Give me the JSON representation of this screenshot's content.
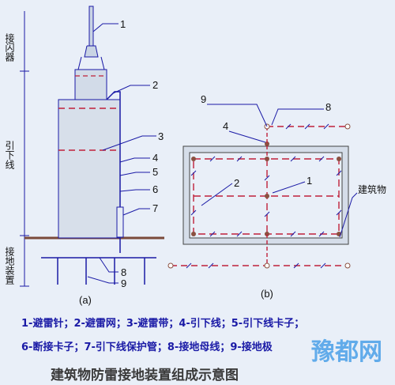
{
  "vertical_labels": {
    "lightning_arrester": "接闪器",
    "down_conductor": "引下线",
    "grounding_device": "接地装置"
  },
  "fig_a_numbers": [
    "1",
    "2",
    "3",
    "4",
    "5",
    "6",
    "7",
    "8",
    "9"
  ],
  "fig_b_numbers": {
    "n9": "9",
    "n8": "8",
    "n4": "4",
    "n2": "2",
    "n1": "1",
    "building": "建筑物"
  },
  "sub_labels": {
    "a": "(a)",
    "b": "(b)"
  },
  "legend": {
    "line1": "1-避雷针；2-避雷网；3-避雷带；4-引下线；5-引下线卡子；",
    "line2": "6-断接卡子；7-引下线保护管；8-接地母线；9-接地极"
  },
  "title": "建筑物防雷接地装置组成示意图",
  "watermark": "豫都网",
  "colors": {
    "red_dash": "#c0203a",
    "blue": "#1a1aa6",
    "ground": "#7a4a3a",
    "node": "#8a5040"
  }
}
